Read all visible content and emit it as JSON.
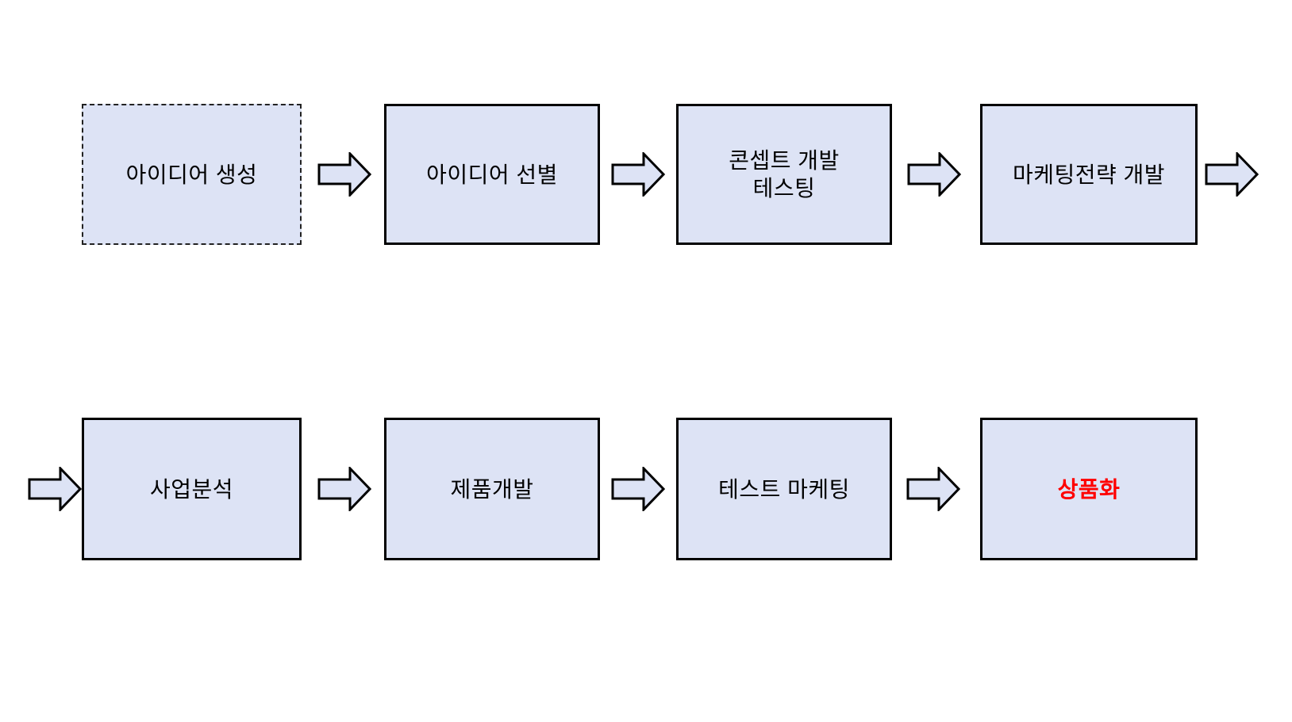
{
  "colors": {
    "background": "#ffffff",
    "box_fill": "#dde3f5",
    "box_border": "#000000",
    "arrow_fill": "#dde3f5",
    "arrow_stroke": "#000000",
    "text": "#000000",
    "highlight_text": "#ff0000"
  },
  "flow": {
    "type": "flowchart",
    "direction": "left-to-right, wrapping from row 1 to row 2",
    "rows": [
      {
        "stages": [
          {
            "label": "아이디어 생성",
            "border": "dashed",
            "text_color": "#000000",
            "bold": false
          },
          {
            "label": "아이디어 선별",
            "border": "solid",
            "text_color": "#000000",
            "bold": false
          },
          {
            "label": "콘셉트 개발\n테스팅",
            "border": "solid",
            "text_color": "#000000",
            "bold": false
          },
          {
            "label": "마케팅전략 개발",
            "border": "solid",
            "text_color": "#000000",
            "bold": false
          }
        ]
      },
      {
        "stages": [
          {
            "label": "사업분석",
            "border": "solid",
            "text_color": "#000000",
            "bold": false
          },
          {
            "label": "제품개발",
            "border": "solid",
            "text_color": "#000000",
            "bold": false
          },
          {
            "label": "테스트 마케팅",
            "border": "solid",
            "text_color": "#000000",
            "bold": false
          },
          {
            "label": "상품화",
            "border": "solid",
            "text_color": "#ff0000",
            "bold": true
          }
        ]
      }
    ],
    "connections": [
      {
        "from": "아이디어 생성",
        "to": "아이디어 선별"
      },
      {
        "from": "아이디어 선별",
        "to": "콘셉트 개발 테스팅"
      },
      {
        "from": "콘셉트 개발 테스팅",
        "to": "마케팅전략 개발"
      },
      {
        "from": "마케팅전략 개발",
        "to": "사업분석",
        "wraps_to_next_row": true
      },
      {
        "from": "사업분석",
        "to": "제품개발"
      },
      {
        "from": "제품개발",
        "to": "테스트 마케팅"
      },
      {
        "from": "테스트 마케팅",
        "to": "상품화"
      }
    ]
  }
}
